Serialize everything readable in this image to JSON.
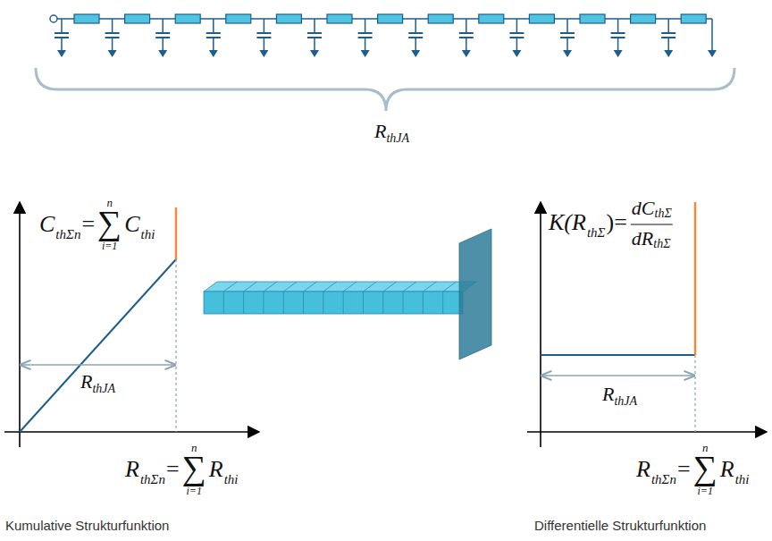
{
  "diagram": {
    "labels": [
      "R",
      "thJA",
      "C",
      "thΣn",
      "=",
      "n",
      "∑",
      "i=1",
      "C",
      "thi",
      "R",
      "thJA",
      "R",
      "thΣn",
      "=",
      "n",
      "∑",
      "i=1",
      "R",
      "thi",
      "Kumulative Strukturfunktion",
      "K(R",
      "thΣ",
      ")=",
      "dC",
      "thΣ",
      "dR",
      "thΣ",
      "R",
      "thJA",
      "R",
      "thΣn",
      "=",
      "n",
      "∑",
      "i=1",
      "R",
      "thi",
      "Differentielle Strukturfunktion"
    ]
  }
}
